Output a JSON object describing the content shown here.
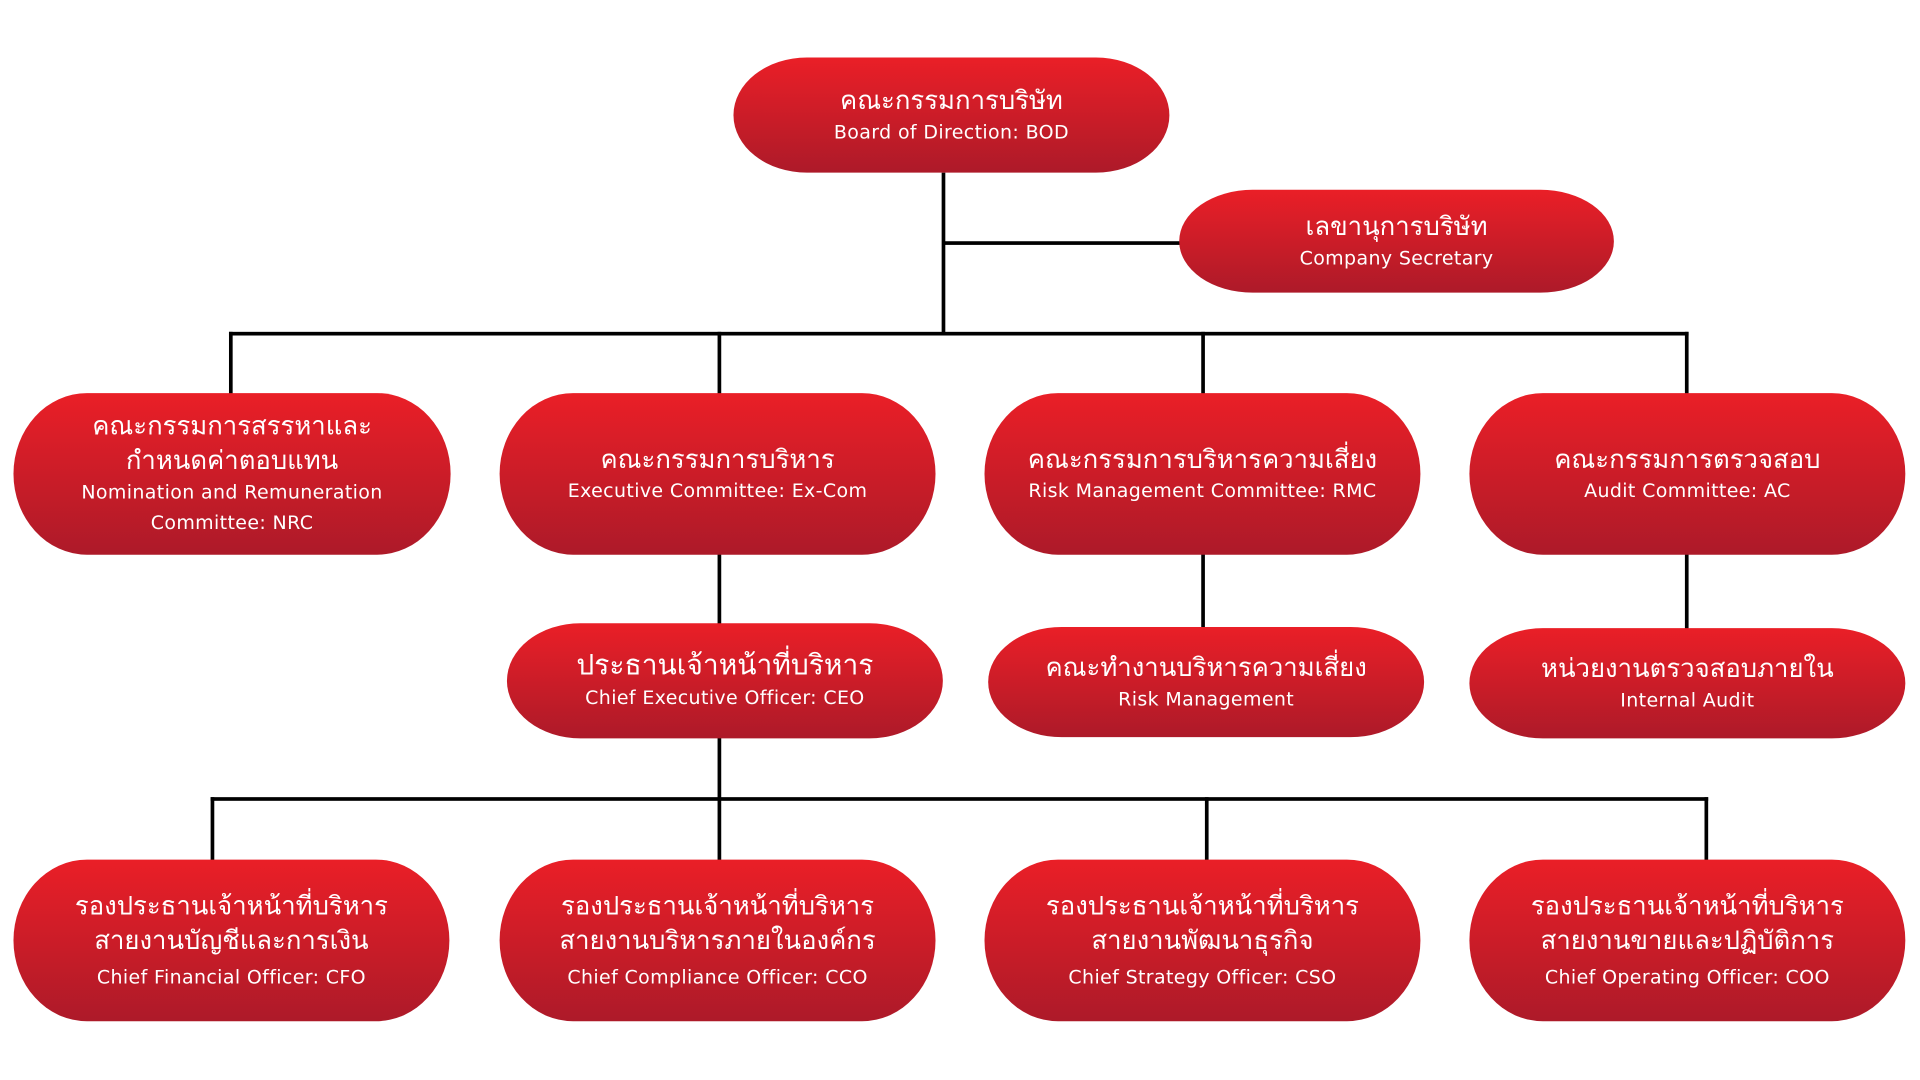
{
  "nodes": {
    "bod": {
      "th": "คณะกรรมการบริษัท",
      "en": "Board of Direction: BOD"
    },
    "secretary": {
      "th": "เลขานุการบริษัท",
      "en": "Company Secretary"
    },
    "nrc": {
      "th1": "คณะกรรมการสรรหาและ",
      "th2": "กำหนดค่าตอบแทน",
      "en1": "Nomination and Remuneration",
      "en2": "Committee: NRC"
    },
    "excom": {
      "th": "คณะกรรมการบริหาร",
      "en": "Executive Committee: Ex-Com"
    },
    "rmc": {
      "th": "คณะกรรมการบริหารความเสี่ยง",
      "en": "Risk Management Committee: RMC"
    },
    "ac": {
      "th": "คณะกรรมการตรวจสอบ",
      "en": "Audit Committee: AC"
    },
    "ceo": {
      "th": "ประธานเจ้าหน้าที่บริหาร",
      "en": "Chief Executive Officer: CEO"
    },
    "rm": {
      "th": "คณะทำงานบริหารความเสี่ยง",
      "en": "Risk Management"
    },
    "ia": {
      "th": "หน่วยงานตรวจสอบภายใน",
      "en": "Internal Audit"
    },
    "cfo": {
      "th1": "รองประธานเจ้าหน้าที่บริหาร",
      "th2": "สายงานบัญชีและการเงิน",
      "en": "Chief Financial Officer: CFO"
    },
    "cco": {
      "th1": "รองประธานเจ้าหน้าที่บริหาร",
      "th2": "สายงานบริหารภายในองค์กร",
      "en": "Chief Compliance Officer: CCO"
    },
    "cso": {
      "th1": "รองประธานเจ้าหน้าที่บริหาร",
      "th2": "สายงานพัฒนาธุรกิจ",
      "en": "Chief Strategy Officer: CSO"
    },
    "coo": {
      "th1": "รองประธานเจ้าหน้าที่บริหาร",
      "th2": "สายงานขายและปฏิบัติการ",
      "en": "Chief Operating Officer: COO"
    }
  },
  "colors": {
    "node_top": "#ea1f27",
    "node_bottom": "#ad1a29",
    "line": "#000000"
  }
}
